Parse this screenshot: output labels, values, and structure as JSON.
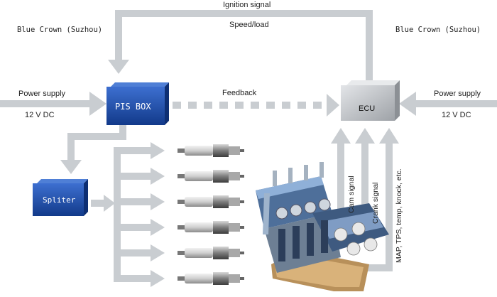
{
  "watermark_left": "Blue Crown (Suzhou)",
  "watermark_right": "Blue Crown (Suzhou)",
  "signals": {
    "ignition": "Ignition signal",
    "speed_load": "Speed/load",
    "feedback": "Feedback",
    "cam": "Cam signal",
    "crank": "Crank signal",
    "sensors": "MAP, TPS, temp, knock, etc."
  },
  "power_left": {
    "label": "Power supply",
    "voltage": "12 V DC"
  },
  "power_right": {
    "label": "Power supply",
    "voltage": "12 V DC"
  },
  "boxes": {
    "pis": "PIS BOX",
    "ecu": "ECU",
    "splitter": "Spliter"
  },
  "colors": {
    "arrow": "#c9cdd1",
    "box_blue": "#1f4fa8",
    "ecu_grey": "#b9bcc0"
  },
  "spark_plug_count": 6
}
